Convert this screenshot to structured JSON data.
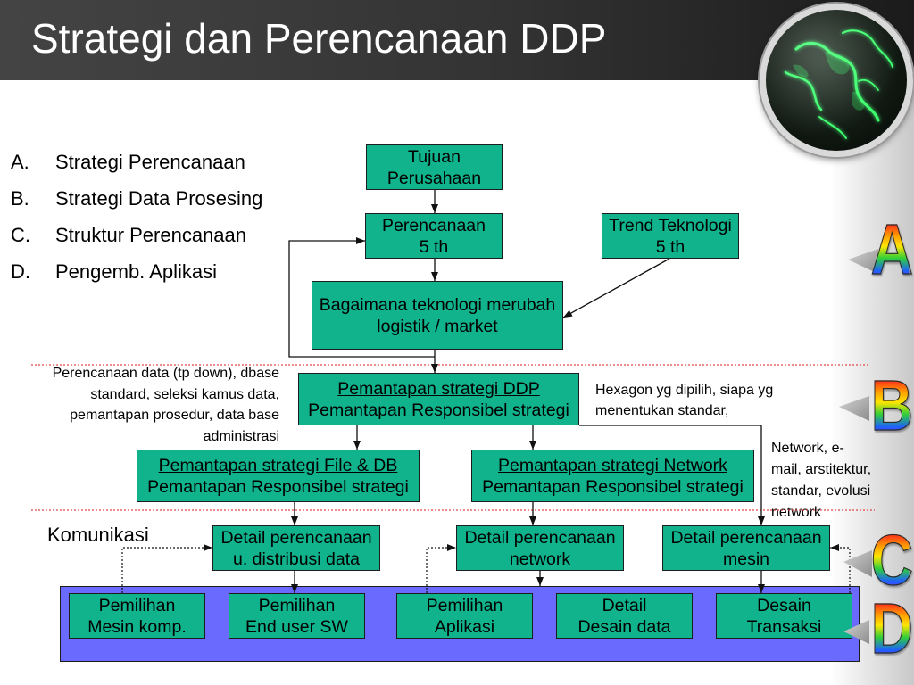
{
  "slide": {
    "title": "Strategi dan Perencanaan DDP"
  },
  "agenda": [
    {
      "marker": "A.",
      "text": "Strategi Perencanaan"
    },
    {
      "marker": "B.",
      "text": "Strategi Data Prosesing"
    },
    {
      "marker": "C.",
      "text": "Struktur Perencanaan"
    },
    {
      "marker": "D.",
      "text": "Pengemb. Aplikasi"
    }
  ],
  "section_letters": [
    "A",
    "B",
    "C",
    "D"
  ],
  "flow": {
    "tujuan": [
      "Tujuan",
      "Perusahaan"
    ],
    "perencanaan": [
      "Perencanaan",
      "5 th"
    ],
    "trend": [
      "Trend Teknologi",
      "5 th"
    ],
    "teknologi": [
      "Bagaimana teknologi merubah",
      "logistik / market"
    ],
    "strategi_ddp": {
      "title": "Pemantapan strategi DDP",
      "subtitle": "Pemantapan Responsibel strategi"
    },
    "strategi_file_db": {
      "title": "Pemantapan strategi File & DB",
      "subtitle": "Pemantapan Responsibel strategi"
    },
    "strategi_network": {
      "title": "Pemantapan strategi Network",
      "subtitle": "Pemantapan Responsibel strategi"
    },
    "detail_distribusi": [
      "Detail perencanaan",
      "u. distribusi data"
    ],
    "detail_network": [
      "Detail perencanaan",
      "network"
    ],
    "detail_mesin": [
      "Detail perencanaan",
      "mesin"
    ],
    "implementation": [
      [
        "Pemilihan",
        "Mesin komp."
      ],
      [
        "Pemilihan",
        "End user SW"
      ],
      [
        "Pemilihan",
        "Aplikasi"
      ],
      [
        "Detail",
        "Desain data"
      ],
      [
        "Desain",
        "Transaksi"
      ]
    ]
  },
  "notes": {
    "data_planning": [
      "Perencanaan data (tp down), dbase",
      "standard, seleksi kamus data,",
      "pemantapan prosedur, data base",
      "administrasi"
    ],
    "hexagon": [
      "Hexagon yg dipilih, siapa yg",
      "menentukan standar,"
    ],
    "network": [
      "Network, e-",
      "mail, arstitektur,",
      "standar, evolusi",
      "network"
    ],
    "komunikasi": "Komunikasi"
  },
  "colors": {
    "title_bar": "#333333",
    "title_text": "#ffffff",
    "box_fill": "#10b38c",
    "group_fill": "#6a6aff",
    "divider": "#e04848"
  }
}
